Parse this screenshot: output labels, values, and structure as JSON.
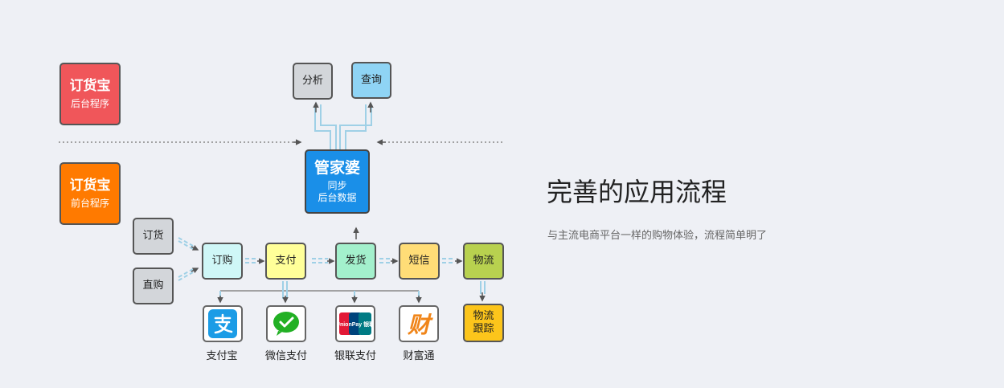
{
  "backend": {
    "logo": "订货宝",
    "label": "后台程序"
  },
  "frontend": {
    "logo": "订货宝",
    "label": "前台程序"
  },
  "top": {
    "analysis": "分析",
    "query": "查询"
  },
  "hub": {
    "title": "管家婆",
    "line1": "同步",
    "line2": "后台数据"
  },
  "inputs": {
    "order": "订货",
    "direct": "直购"
  },
  "flow": {
    "purchase": "订购",
    "pay": "支付",
    "ship": "发货",
    "sms": "短信",
    "logistics": "物流"
  },
  "tracking": "物流\n跟踪",
  "payments": {
    "alipay": "支付宝",
    "wechat": "微信支付",
    "unionpay": "银联支付",
    "tenpay": "财富通",
    "unionpay_icon_text": "UnionPay 银联",
    "tenpay_glyph": "财"
  },
  "headline": "完善的应用流程",
  "description": "与主流电商平台一样的购物体验，流程简单明了",
  "colors": {
    "backend": "#f0565a",
    "frontend": "#ff7a00",
    "hub": "#1a8fe8",
    "analysis": "#d3d6da",
    "query": "#8fd4f5",
    "input": "#d3d6da",
    "purchase": "#cff7f7",
    "pay": "#ffff99",
    "ship": "#a3f0cc",
    "sms": "#ffdd77",
    "logistics": "#b8d14f",
    "tracking": "#fcc51b"
  }
}
